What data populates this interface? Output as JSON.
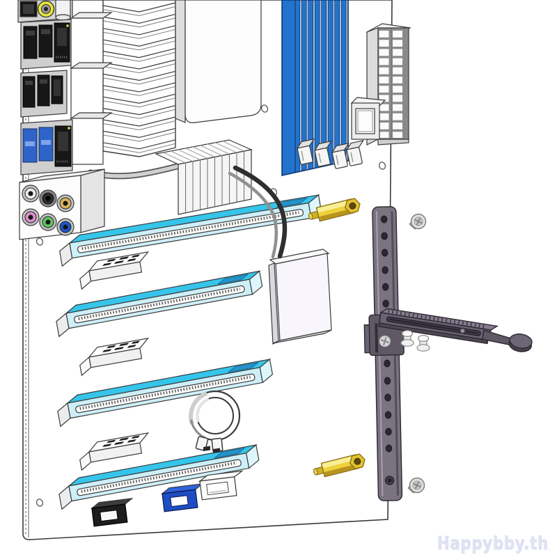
{
  "watermark": {
    "text": "Happybby.th",
    "color": "#e2e3f3"
  },
  "colors": {
    "watermark": "#e2e3f3",
    "pcie-cyan": "#35c5ea",
    "pcie-light": "#cdeff8",
    "pcie-dark": "#2593cc",
    "ram-blue": "#2273cc",
    "ram-navy": "#0e3a75",
    "usb3-blue": "#2e64c8",
    "header-blue": "#1e4ec4",
    "gold": "#edd23c",
    "gold-dark": "#b8941f",
    "bracket": "#7a7380",
    "bracket-dark": "#57515e",
    "silver": "#d9d9d9",
    "jack-pink": "#e08ccc",
    "jack-green": "#5fc45f",
    "jack-blue": "#1e56c8",
    "jack-gold": "#d8b35a"
  },
  "components": [
    "rear-io-panel",
    "optical-audio-port",
    "rca-jack",
    "usb-ports",
    "usb3-ports",
    "ethernet-ports",
    "audio-jack-cluster",
    "vrm-heatsink",
    "cpu-cover-plate",
    "ram-slots-4x",
    "atx-24pin-connector",
    "aux-power-connector",
    "chipset-heatsink",
    "pcie-x16-slots-4x",
    "m2-vertical-plate",
    "cmos-battery-holder",
    "onboard-chips",
    "front-panel-headers",
    "gpu-support-bracket-rail",
    "bracket-clamp",
    "adjustable-support-arm",
    "mounting-screws",
    "white-stud-screws",
    "brass-standoffs"
  ]
}
